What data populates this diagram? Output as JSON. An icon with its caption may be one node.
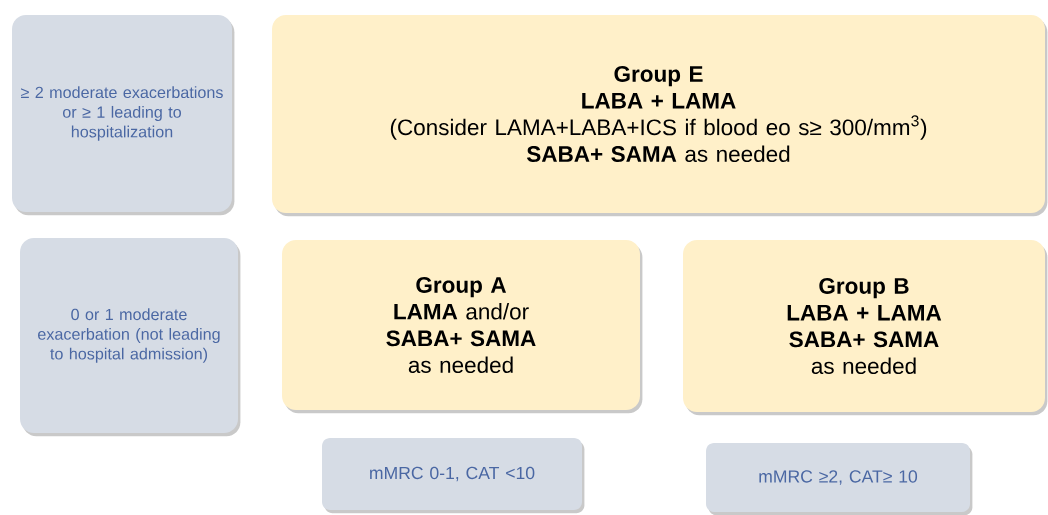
{
  "diagram": {
    "nodes": [
      {
        "text": [
          "≥ 2 moderate exacerbations or ≥ 1 leading to hospitalization"
        ]
      },
      {
        "text": [
          "Group E",
          "**LABA + LAMA**",
          "(Consider  LAMA+LABA+ICS if blood eo s≥ 300/mm$^{3}$)",
          "**SABA+ SAMA** as needed"
        ]
      },
      {
        "text": [
          "0 or 1 moderate exacerbation (not leading to hospital admission)"
        ]
      },
      {
        "text": [
          "Group A",
          "**LAMA** and/or",
          "**SABA+ SAMA**",
          "as needed"
        ]
      },
      {
        "text": [
          "Group B",
          "**LABA + LAMA**",
          "**SABA+ SAMA**",
          "as needed"
        ]
      },
      {
        "text": [
          "mMRC 0-1, CAT <10"
        ]
      },
      {
        "text": [
          "mMRC ≥2, CAT≥ 10"
        ]
      }
    ],
    "edges": []
  }
}
